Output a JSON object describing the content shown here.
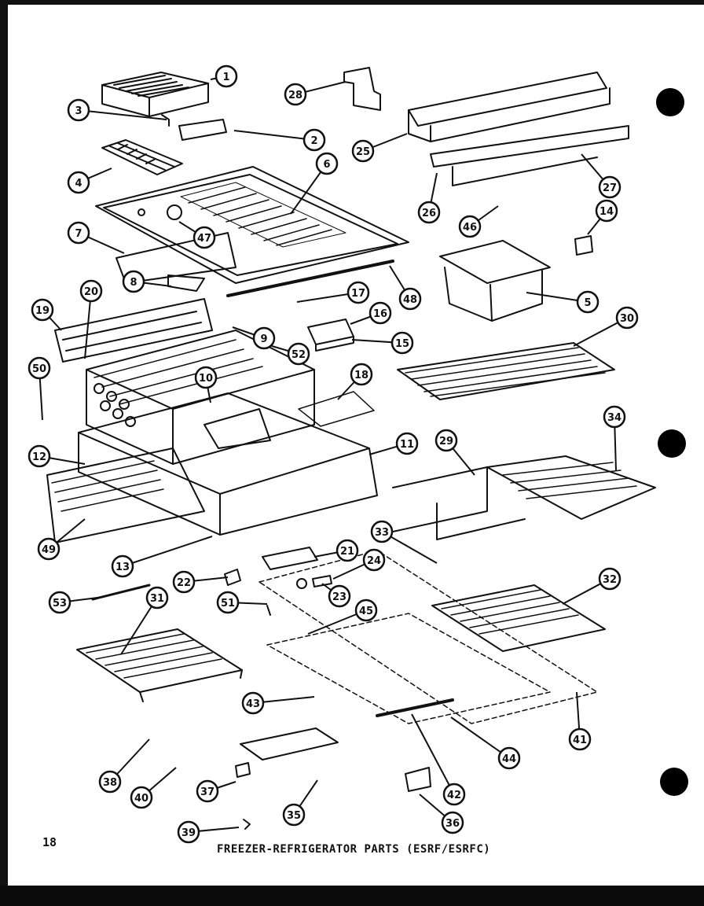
{
  "page_number": "18",
  "caption": "FREEZER-REFRIGERATOR PARTS (ESRF/ESRFC)",
  "callouts": [
    "1",
    "2",
    "3",
    "4",
    "5",
    "6",
    "7",
    "8",
    "9",
    "10",
    "11",
    "12",
    "13",
    "14",
    "15",
    "16",
    "17",
    "18",
    "19",
    "20",
    "21",
    "22",
    "23",
    "24",
    "25",
    "26",
    "27",
    "28",
    "29",
    "30",
    "31",
    "32",
    "33",
    "34",
    "35",
    "36",
    "37",
    "38",
    "39",
    "40",
    "41",
    "42",
    "43",
    "44",
    "45",
    "46",
    "47",
    "48",
    "49",
    "50",
    "51",
    "52",
    "53"
  ]
}
